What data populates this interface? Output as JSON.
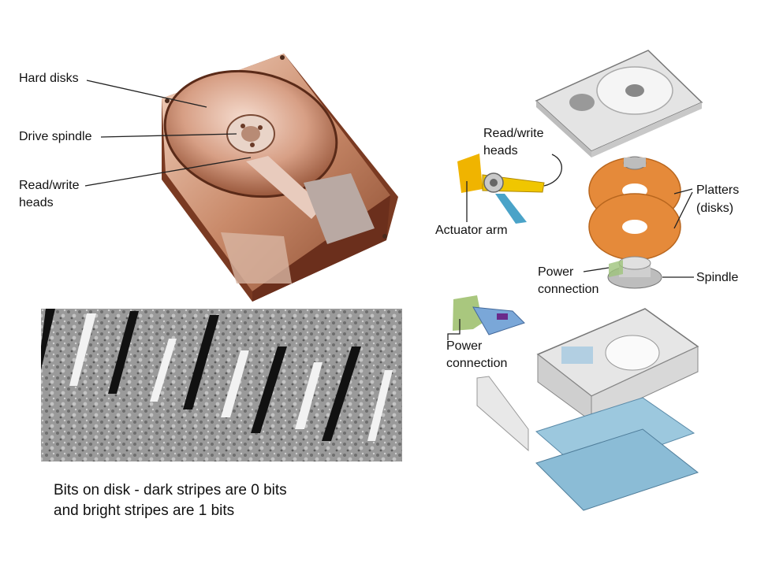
{
  "left_labels": {
    "hard_disks": "Hard disks",
    "drive_spindle": "Drive spindle",
    "read_write_heads_1": "Read/write",
    "read_write_heads_2": "heads"
  },
  "right_labels": {
    "read_write_1": "Read/write",
    "read_write_2": "heads",
    "actuator_arm": "Actuator arm",
    "platters_1": "Platters",
    "platters_2": "(disks)",
    "power_1": "Power",
    "power_2": "connection",
    "spindle": "Spindle",
    "power_b_1": "Power",
    "power_b_2": "connection"
  },
  "caption": {
    "line1": "Bits on disk - dark stripes are 0 bits",
    "line2": "and bright stripes are 1 bits"
  }
}
